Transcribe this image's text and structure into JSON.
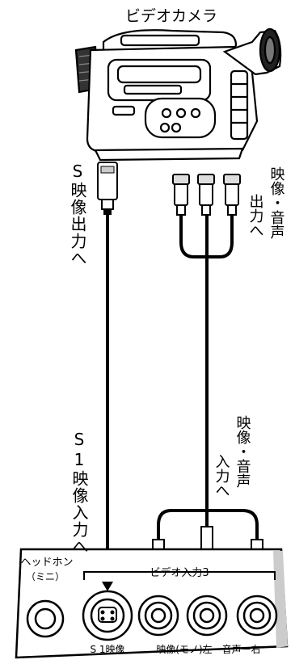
{
  "camera": {
    "label": "ビデオカメラ"
  },
  "camera_side_labels": {
    "s_video_out": "S映像出力へ",
    "av_out_line1": "映像・音声",
    "av_out_line2": "出力へ"
  },
  "tv_side_labels": {
    "s1_video_in": "S1映像入力へ",
    "av_in_line1": "映像・音声",
    "av_in_line2": "入力へ"
  },
  "panel": {
    "headphone_line1": "ヘッドホン",
    "headphone_line2": "（ミニ）",
    "video_input_group": "ビデオ入力3",
    "s1_jack_label": "S 1映像",
    "av_jacks_label": "映像(モノ)左ー音声ー右"
  },
  "colors": {
    "ink": "#000000",
    "paper": "#ffffff",
    "shade": "#555555"
  }
}
